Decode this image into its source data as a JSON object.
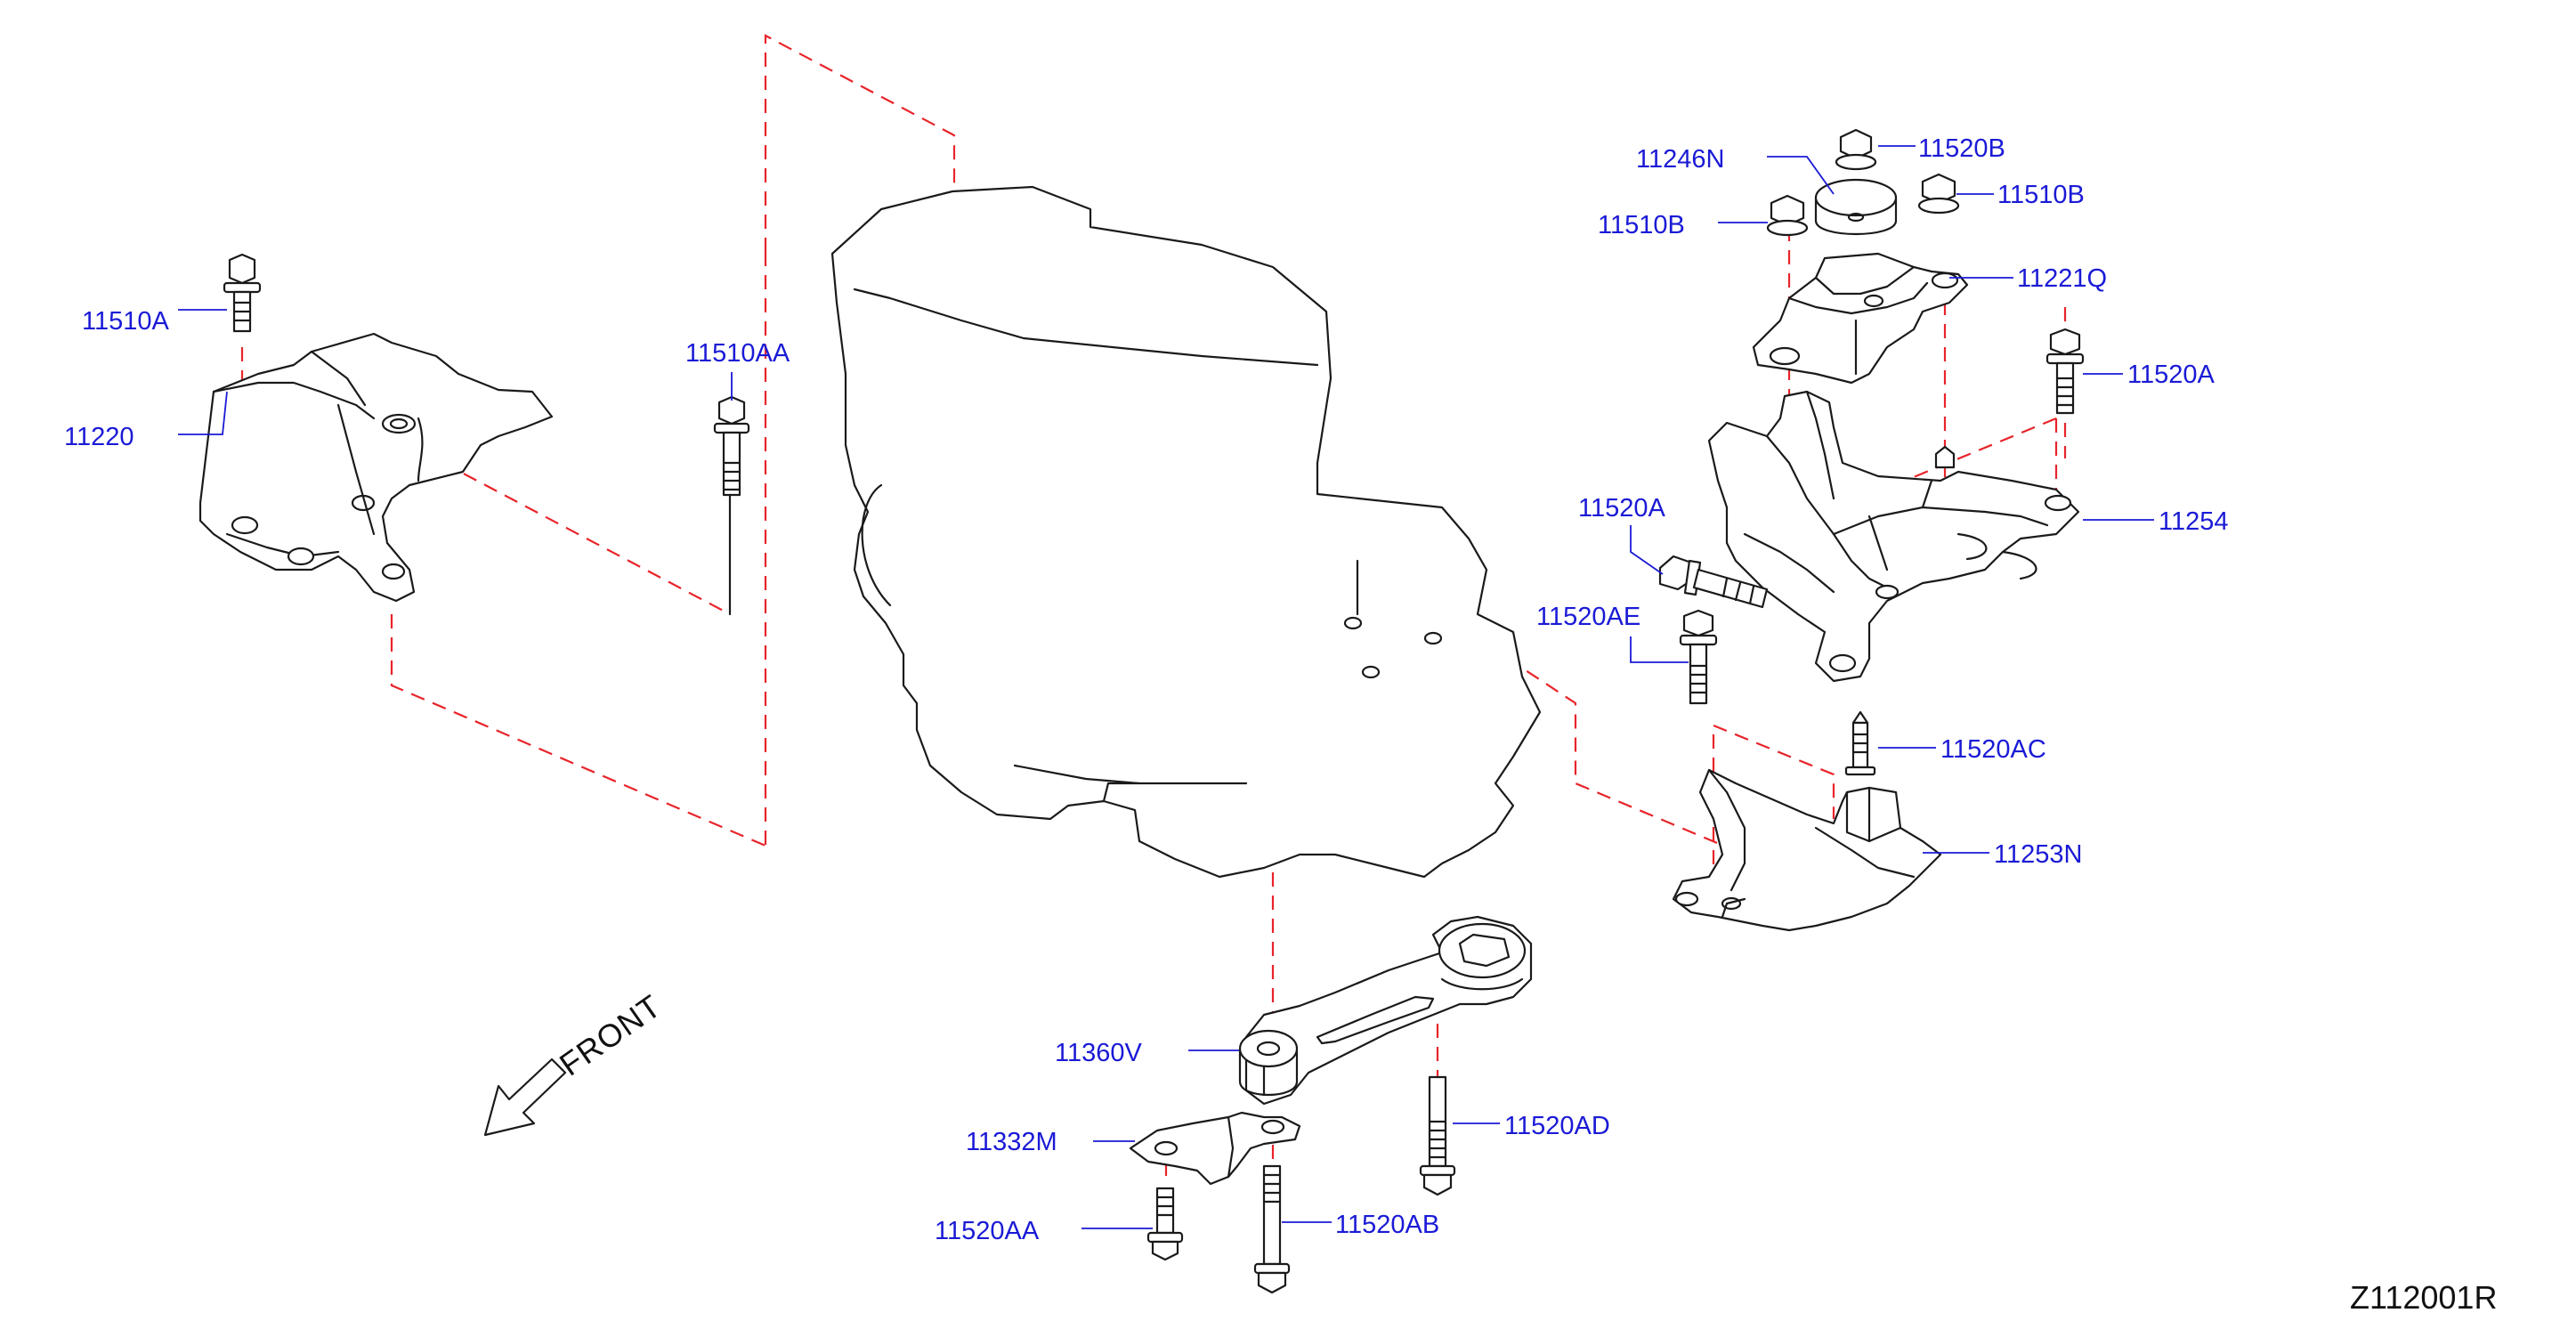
{
  "parts": {
    "p11510A": "11510A",
    "p11220": "11220",
    "p11510AA": "11510AA",
    "p11246N": "11246N",
    "p11520B": "11520B",
    "p11510B_left": "11510B",
    "p11510B_right": "11510B",
    "p11221Q": "11221Q",
    "p11520A_right": "11520A",
    "p11254": "11254",
    "p11520A_left": "11520A",
    "p11520AE": "11520AE",
    "p11520AC": "11520AC",
    "p11253N": "11253N",
    "p11360V": "11360V",
    "p11520AD": "11520AD",
    "p11332M": "11332M",
    "p11520AA": "11520AA",
    "p11520AB": "11520AB"
  },
  "direction": "FRONT",
  "diagram_code": "Z112001R",
  "colors": {
    "label": "#1a1ad6",
    "line": "#1a1a1a",
    "dashed": "#e8242a"
  }
}
